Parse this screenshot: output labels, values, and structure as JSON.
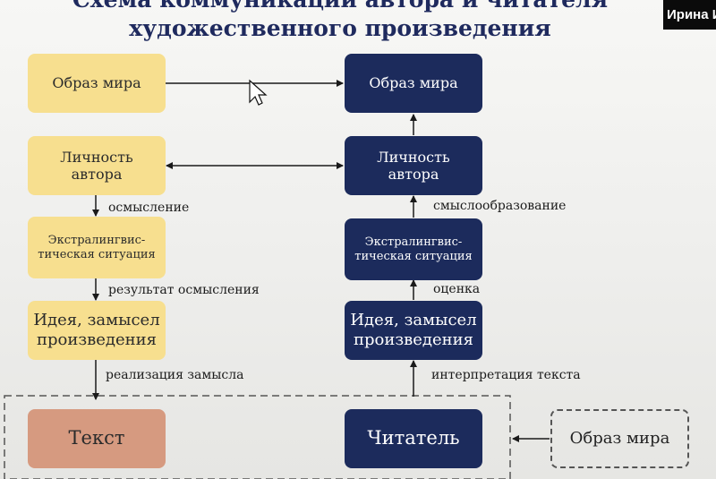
{
  "title": {
    "line1": "Схема коммуникации автора и читателя",
    "line2": "художественного произведения"
  },
  "viewer_name": "Ирина И",
  "left_column": {
    "box1": "Образ мира",
    "box2": "Личность автора",
    "box3": "Экстралингвис-тическая ситуация",
    "box4": "Идея, замысел произведения"
  },
  "right_column": {
    "box1": "Образ мира",
    "box2": "Личность автора",
    "box3": "Экстралингвис-тическая ситуация",
    "box4": "Идея, замысел произведения"
  },
  "left_labels": {
    "l1": "осмысление",
    "l2": "результат осмысления",
    "l3": "реализация замысла"
  },
  "right_labels": {
    "l1": "смыслообразование",
    "l2": "оценка",
    "l3": "интерпретация текста"
  },
  "bottom": {
    "text": "Текст",
    "reader": "Читатель",
    "world": "Образ мира"
  },
  "colors": {
    "author_box": "#f7df8f",
    "reader_box": "#1c2b5c",
    "text_box": "#d69a80",
    "title": "#1f2a5e"
  }
}
